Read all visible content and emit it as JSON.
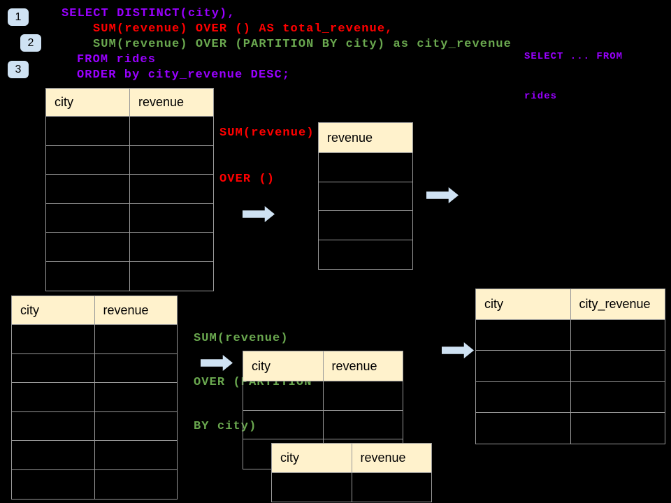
{
  "colors": {
    "background": "#000000",
    "purple": "#9900ff",
    "red": "#ff0000",
    "green": "#6aa84f",
    "accent_blue": "#cfe2f3",
    "table_header_bg": "#fff2cc",
    "table_border": "#999999"
  },
  "badges": [
    {
      "label": "1"
    },
    {
      "label": "2"
    },
    {
      "label": "3"
    }
  ],
  "sql": {
    "lines": [
      {
        "text": "SELECT DISTINCT(city),",
        "color": "purple"
      },
      {
        "text": "SUM(revenue) OVER () AS total_revenue,",
        "color": "red"
      },
      {
        "text": "SUM(revenue) OVER (PARTITION BY city) as city_revenue",
        "color": "green"
      },
      {
        "text": "FROM rides",
        "color": "purple"
      },
      {
        "text": "ORDER by city_revenue DESC;",
        "color": "purple"
      }
    ]
  },
  "side_note": {
    "color": "purple",
    "lines": [
      {
        "text": "SELECT ... FROM"
      },
      {
        "text": "rides"
      }
    ]
  },
  "annotations": {
    "total_revenue": {
      "color": "red",
      "lines": [
        {
          "text": "SUM(revenue)"
        },
        {
          "text": "OVER ()"
        }
      ]
    },
    "partition": {
      "color": "green",
      "lines": [
        {
          "text": "SUM(revenue)"
        },
        {
          "text": "OVER (PARTITION"
        },
        {
          "text": "BY city)"
        }
      ]
    }
  },
  "tables": {
    "source_top": {
      "headers": [
        "city",
        "revenue"
      ],
      "empty_rows": 6
    },
    "total_result": {
      "headers": [
        "revenue"
      ],
      "empty_rows": 4
    },
    "source_bottom": {
      "headers": [
        "city",
        "revenue"
      ],
      "empty_rows": 6
    },
    "partition_a": {
      "headers": [
        "city",
        "revenue"
      ],
      "empty_rows": 3
    },
    "partition_b": {
      "headers": [
        "city",
        "revenue"
      ],
      "empty_rows": 1
    },
    "city_revenue_result": {
      "headers": [
        "city",
        "city_revenue"
      ],
      "empty_rows": 4
    }
  },
  "icons": {
    "flow_arrow": "right-block-arrow"
  }
}
